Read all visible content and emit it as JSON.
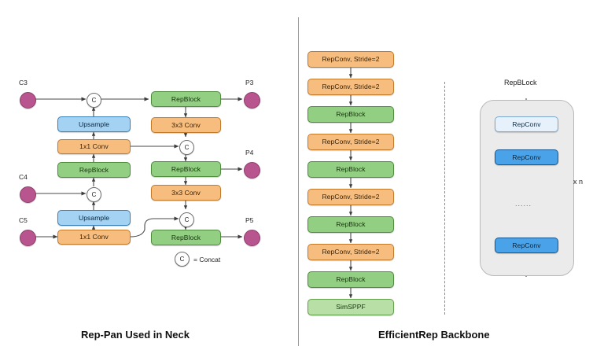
{
  "figure": {
    "panels": [
      {
        "id": "neck",
        "caption": "Rep-Pan Used in Neck"
      },
      {
        "id": "backbone",
        "caption": "EfficientRep Backbone"
      }
    ]
  },
  "palette": {
    "green": "#92cf82",
    "light_green": "#b8e0a6",
    "orange": "#f7bd7f",
    "blue": "#a4d2f2",
    "repconv_light": "#e6f1fc",
    "repconv_dark": "#4aa3e8",
    "endpoint_dot": "#b8558e",
    "shell_gray": "#ebebeb",
    "divider": "#9b9b9b",
    "arrow": "#3d3d3d"
  },
  "neck": {
    "inputs": [
      {
        "name": "C3",
        "label": "C3"
      },
      {
        "name": "C4",
        "label": "C4"
      },
      {
        "name": "C5",
        "label": "C5"
      }
    ],
    "outputs": [
      {
        "name": "P3",
        "label": "P3"
      },
      {
        "name": "P4",
        "label": "P4"
      },
      {
        "name": "P5",
        "label": "P5"
      }
    ],
    "left_column": [
      {
        "id": "upsample-top",
        "label": "Upsample",
        "type": "blue"
      },
      {
        "id": "conv1x1-top",
        "label": "1x1 Conv",
        "type": "orange"
      },
      {
        "id": "repblock-left",
        "label": "RepBlock",
        "type": "green"
      },
      {
        "id": "upsample-bot",
        "label": "Upsample",
        "type": "blue"
      },
      {
        "id": "conv1x1-bot",
        "label": "1x1 Conv",
        "type": "orange"
      }
    ],
    "right_column": [
      {
        "id": "repblock-p3",
        "label": "RepBlock",
        "type": "green"
      },
      {
        "id": "conv3x3-1",
        "label": "3x3 Conv",
        "type": "orange"
      },
      {
        "id": "repblock-p4",
        "label": "RepBlock",
        "type": "green"
      },
      {
        "id": "conv3x3-2",
        "label": "3x3 Conv",
        "type": "orange"
      },
      {
        "id": "repblock-p5",
        "label": "RepBlock",
        "type": "green"
      }
    ],
    "concat_symbol": "C",
    "legend": {
      "symbol": "C",
      "text": "= Concat"
    }
  },
  "backbone": {
    "blocks": [
      {
        "id": "b1",
        "label": "RepConv, Stride=2",
        "type": "orange"
      },
      {
        "id": "b2",
        "label": "RepConv, Stride=2",
        "type": "orange"
      },
      {
        "id": "b3",
        "label": "RepBlock",
        "type": "green"
      },
      {
        "id": "b4",
        "label": "RepConv, Stride=2",
        "type": "orange"
      },
      {
        "id": "b5",
        "label": "RepBlock",
        "type": "green"
      },
      {
        "id": "b6",
        "label": "RepConv, Stride=2",
        "type": "orange"
      },
      {
        "id": "b7",
        "label": "RepBlock",
        "type": "green"
      },
      {
        "id": "b8",
        "label": "RepConv, Stride=2",
        "type": "orange"
      },
      {
        "id": "b9",
        "label": "RepBlock",
        "type": "green"
      },
      {
        "id": "b10",
        "label": "SimSPPF",
        "type": "light_green"
      }
    ]
  },
  "repblock_detail": {
    "title": "RepBLock",
    "blocks": [
      {
        "id": "rc1",
        "label": "RepConv",
        "type": "repconv_light"
      },
      {
        "id": "rc2",
        "label": "RepConv",
        "type": "repconv_dark"
      },
      {
        "id": "rc3",
        "label": "RepConv",
        "type": "repconv_dark"
      }
    ],
    "ellipsis": "......",
    "repeat_label": "x n"
  }
}
